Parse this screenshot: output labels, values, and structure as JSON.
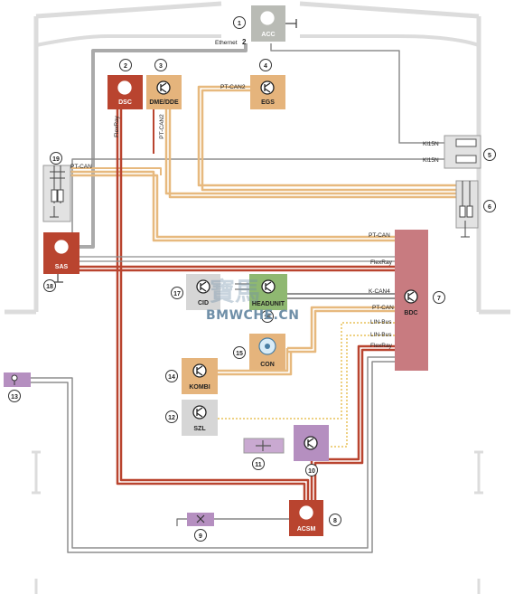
{
  "colors": {
    "gray_box": "#b9bbb5",
    "red_box": "#b9442f",
    "orange_box": "#e5b47c",
    "pink_box": "#c87b80",
    "purple_box": "#b58fc0",
    "light_gray_box": "#d6d6d6",
    "green_box": "#8fb871",
    "wire_orange": "#e7b97e",
    "wire_red": "#b9442f",
    "wire_gray": "#8d8d8d",
    "wire_yellow_dotted": "#e8c25a",
    "frame": "#dcdcdc"
  },
  "components": [
    {
      "id": "acc",
      "number": "1",
      "label": "ACC"
    },
    {
      "id": "dsc",
      "number": "2",
      "label": "DSC"
    },
    {
      "id": "dme",
      "number": "3",
      "label": "DME/DDE"
    },
    {
      "id": "egs",
      "number": "4",
      "label": "EGS"
    },
    {
      "id": "kl15n",
      "number": "5"
    },
    {
      "id": "dist6",
      "number": "6"
    },
    {
      "id": "bdc",
      "number": "7",
      "label": "BDC"
    },
    {
      "id": "acsm",
      "number": "8",
      "label": "ACSM"
    },
    {
      "id": "sensor9",
      "number": "9"
    },
    {
      "id": "comp10",
      "number": "10"
    },
    {
      "id": "comp11",
      "number": "11"
    },
    {
      "id": "szl",
      "number": "12",
      "label": "SZL"
    },
    {
      "id": "comp13",
      "number": "13"
    },
    {
      "id": "kombi",
      "number": "14",
      "label": "KOMBI"
    },
    {
      "id": "con",
      "number": "15",
      "label": "CON"
    },
    {
      "id": "headunit",
      "number": "16",
      "label": "HEADUNIT"
    },
    {
      "id": "cid",
      "number": "17",
      "label": "CID"
    },
    {
      "id": "sas",
      "number": "18",
      "label": "SAS"
    },
    {
      "id": "dist19",
      "number": "19"
    }
  ],
  "bus_labels": {
    "ethernet": "Ethernet",
    "ethernet_num": "2",
    "pt_can2_egs": "PT-CAN2",
    "pt_can2_dme": "PT-CAN2",
    "flexray_dsc": "FlexRay",
    "kl15n_1": "Kl15N",
    "kl15n_2": "Kl15N",
    "pt_can_left": "PT-CAN",
    "bdc_pt_can": "PT-CAN",
    "bdc_flexray": "FlexRay",
    "bdc_k_can4": "K-CAN4",
    "bdc_pt_can2": "PT-CAN",
    "bdc_lin1": "LIN-Bus",
    "bdc_lin2": "LIN-Bus",
    "bdc_flexray2": "FlexRay"
  },
  "watermark": "BMWCHE.CN"
}
